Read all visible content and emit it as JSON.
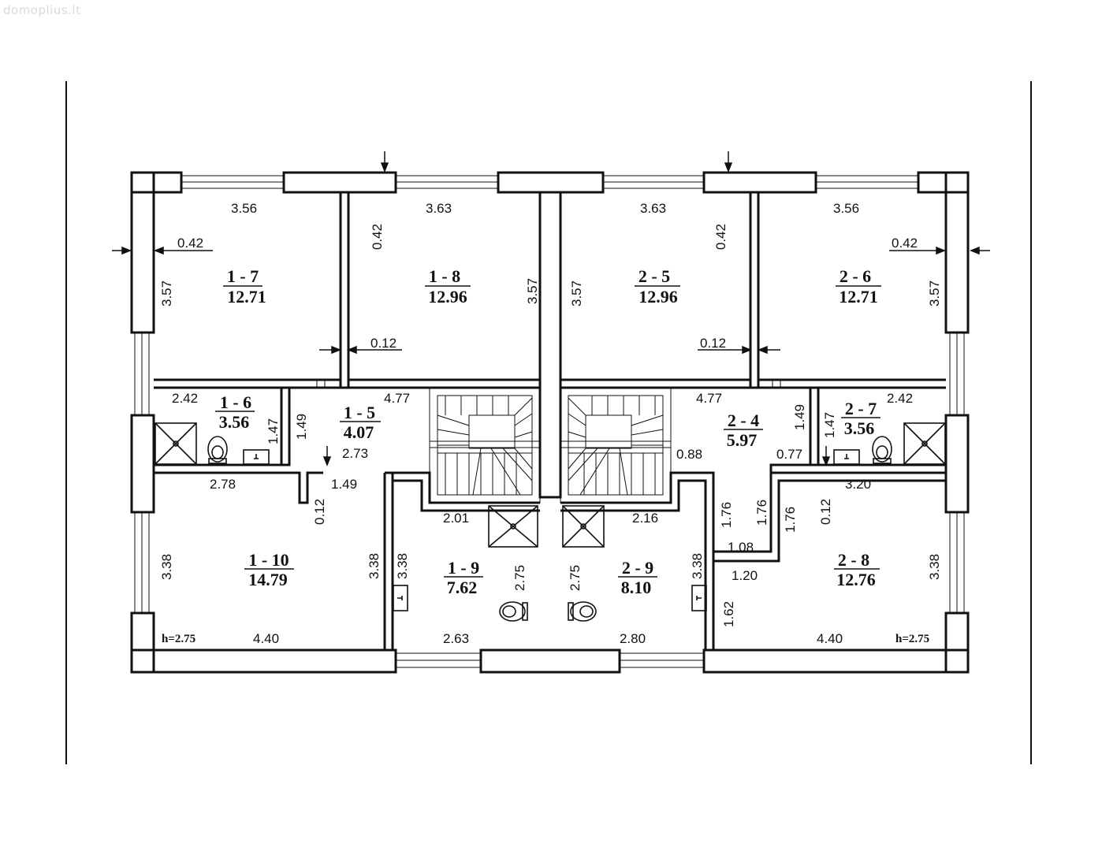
{
  "watermark": "domoplius.lt",
  "rooms": [
    {
      "id": "1 - 7",
      "area": "12.71"
    },
    {
      "id": "1 - 8",
      "area": "12.96"
    },
    {
      "id": "2 - 5",
      "area": "12.96"
    },
    {
      "id": "2 - 6",
      "area": "12.71"
    },
    {
      "id": "1 - 6",
      "area": "3.56"
    },
    {
      "id": "1 - 5",
      "area": "4.07"
    },
    {
      "id": "2 - 4",
      "area": "5.97"
    },
    {
      "id": "2 - 7",
      "area": "3.56"
    },
    {
      "id": "1 - 10",
      "area": "14.79"
    },
    {
      "id": "1 - 9",
      "area": "7.62"
    },
    {
      "id": "2 - 9",
      "area": "8.10"
    },
    {
      "id": "2 - 8",
      "area": "12.76"
    }
  ],
  "ceiling_heights": [
    "h=2.75",
    "h=2.75"
  ],
  "dimensions": {
    "d01": "3.56",
    "d02": "3.63",
    "d03": "3.63",
    "d04": "3.56",
    "d05": "0.42",
    "d06": "0.42",
    "d07": "0.42",
    "d08": "0.42",
    "d09": "3.57",
    "d10": "3.57",
    "d11": "3.57",
    "d12": "3.57",
    "d13": "0.12",
    "d14": "0.12",
    "d15": "2.42",
    "d16": "1.47",
    "d17": "1.49",
    "d18": "4.77",
    "d19": "2.73",
    "d20": "4.77",
    "d21": "1.49",
    "d22": "1.47",
    "d23": "2.42",
    "d24": "0.88",
    "d25": "0.77",
    "d26": "2.78",
    "d27": "1.49",
    "d28": "0.12",
    "d29": "2.01",
    "d30": "2.16",
    "d31": "1.76",
    "d32": "1.76",
    "d33": "1.76",
    "d34": "0.12",
    "d35": "3.20",
    "d36": "3.38",
    "d37": "3.38",
    "d38": "3.38",
    "d39": "2.75",
    "d40": "2.75",
    "d41": "3.38",
    "d42": "1.08",
    "d43": "1.20",
    "d44": "3.38",
    "d45": "1.62",
    "d46": "4.40",
    "d47": "2.63",
    "d48": "2.80",
    "d49": "4.40"
  }
}
